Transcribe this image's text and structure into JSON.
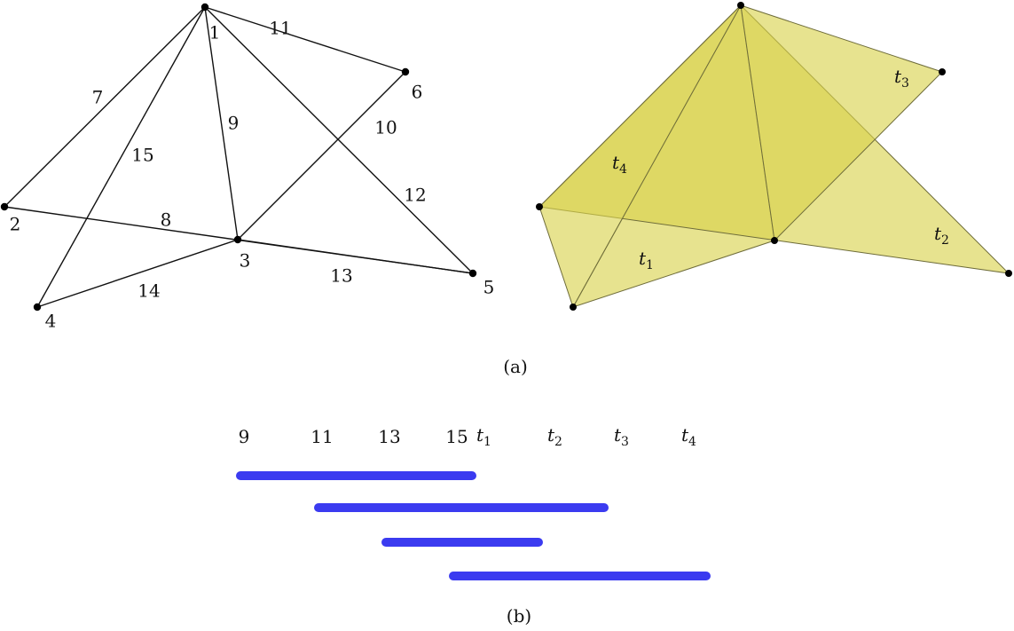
{
  "graph": {
    "vertices": [
      {
        "id": "1",
        "label": "1"
      },
      {
        "id": "2",
        "label": "2"
      },
      {
        "id": "3",
        "label": "3"
      },
      {
        "id": "4",
        "label": "4"
      },
      {
        "id": "5",
        "label": "5"
      },
      {
        "id": "6",
        "label": "6"
      }
    ],
    "edges": [
      {
        "label": "7",
        "from": "1",
        "to": "2"
      },
      {
        "label": "8",
        "from": "2",
        "to": "5"
      },
      {
        "label": "9",
        "from": "1",
        "to": "3"
      },
      {
        "label": "10",
        "from": "3",
        "to": "6"
      },
      {
        "label": "11",
        "from": "1",
        "to": "6"
      },
      {
        "label": "12",
        "from": "1",
        "to": "5"
      },
      {
        "label": "13",
        "from": "3",
        "to": "5"
      },
      {
        "label": "14",
        "from": "4",
        "to": "3"
      },
      {
        "label": "15",
        "from": "1",
        "to": "4"
      }
    ]
  },
  "triangles": [
    {
      "base": "t",
      "sub": "1"
    },
    {
      "base": "t",
      "sub": "2"
    },
    {
      "base": "t",
      "sub": "3"
    },
    {
      "base": "t",
      "sub": "4"
    }
  ],
  "fill_color": "#d8d24a",
  "bar_color": "#3b3bf0",
  "timeline": {
    "labels": [
      {
        "text": "9"
      },
      {
        "text": "11"
      },
      {
        "text": "13"
      },
      {
        "text": "15"
      },
      {
        "base": "t",
        "sub": "1"
      },
      {
        "base": "t",
        "sub": "2"
      },
      {
        "base": "t",
        "sub": "3"
      },
      {
        "base": "t",
        "sub": "4"
      }
    ],
    "intervals": [
      {
        "start": "9",
        "end": "t1"
      },
      {
        "start": "11",
        "end": "t3"
      },
      {
        "start": "13",
        "end": "t2"
      },
      {
        "start": "15",
        "end": "t4"
      }
    ]
  },
  "captions": {
    "a": "(a)",
    "b": "(b)"
  }
}
